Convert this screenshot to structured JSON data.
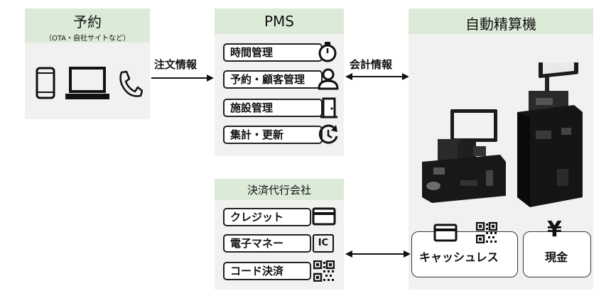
{
  "reservation": {
    "title": "予約",
    "subtitle": "（OTA・自社サイトなど）",
    "devices": [
      "smartphone-icon",
      "laptop-icon",
      "phone-icon"
    ]
  },
  "arrow_order": "注文情報",
  "pms": {
    "title": "PMS",
    "items": [
      {
        "label": "時間管理",
        "icon": "stopwatch-icon"
      },
      {
        "label": "予約・顧客管理",
        "icon": "person-icon"
      },
      {
        "label": "施設管理",
        "icon": "door-icon"
      },
      {
        "label": "集計・更新",
        "icon": "refresh-clock-icon"
      }
    ]
  },
  "arrow_accounting": "会計情報",
  "machine": {
    "title": "自動精算機",
    "cashless_label": "キャッシュレス",
    "cash_label": "現金",
    "cash_symbol": "¥"
  },
  "payment": {
    "title": "決済代行会社",
    "items": [
      {
        "label": "クレジット",
        "icon": "credit-card-icon"
      },
      {
        "label": "電子マネー",
        "icon": "ic-card-icon",
        "icon_text": "IC"
      },
      {
        "label": "コード決済",
        "icon": "qr-code-icon"
      }
    ]
  }
}
